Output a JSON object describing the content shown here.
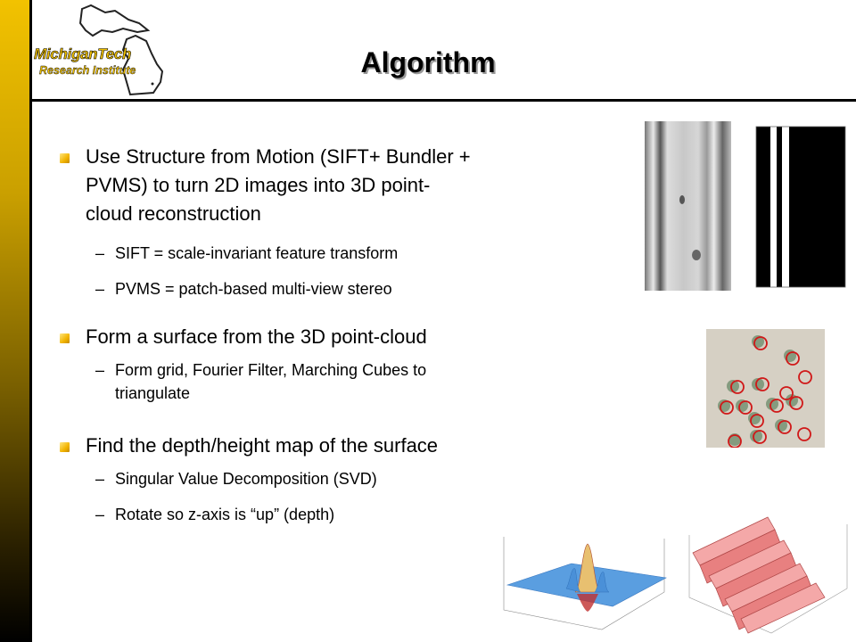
{
  "slide": {
    "title": "Algorithm",
    "logo": {
      "line1": "MichiganTech",
      "line2": "Research Institute"
    },
    "bullets": [
      {
        "lines": [
          "Use Structure from Motion (SIFT+ Bundler +",
          "PVMS) to turn 2D images into 3D point-",
          "cloud reconstruction"
        ],
        "subs": [
          {
            "lines": [
              "SIFT = scale-invariant feature transform"
            ]
          },
          {
            "lines": [
              "PVMS = patch-based multi-view stereo"
            ]
          }
        ]
      },
      {
        "lines": [
          "Form a surface from the 3D point-cloud"
        ],
        "subs": [
          {
            "lines": [
              "Form grid, Fourier Filter, Marching Cubes to",
              "triangulate"
            ]
          }
        ]
      },
      {
        "lines": [
          "Find the depth/height map of the surface"
        ],
        "subs": [
          {
            "lines": [
              "Singular Value Decomposition (SVD)"
            ]
          },
          {
            "lines": [
              "Rotate so z-axis is “up” (depth)"
            ]
          }
        ]
      }
    ],
    "dash_glyph": "–"
  },
  "colors": {
    "sidebar_top": "#f2c200",
    "bullet": "#f2b400",
    "circle": "#d01818"
  }
}
